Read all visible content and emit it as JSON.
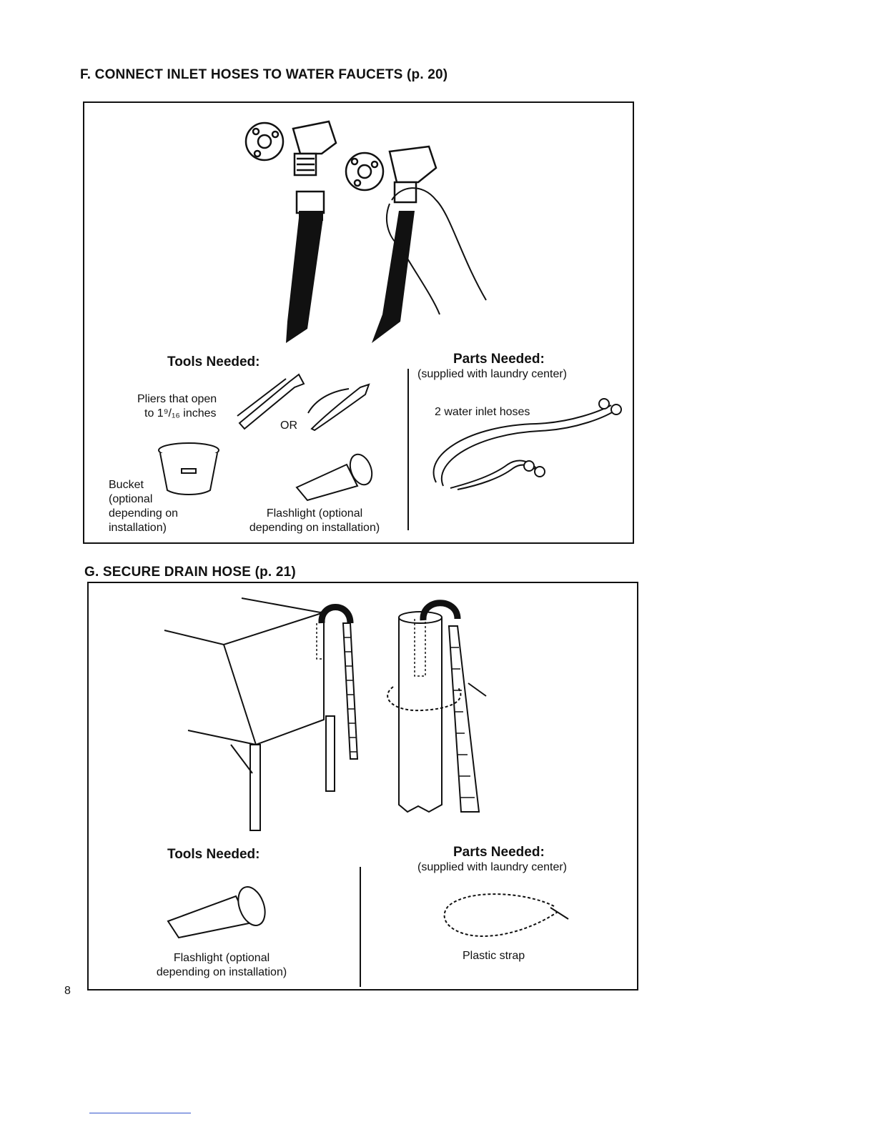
{
  "section_f": {
    "heading": "F. CONNECT INLET HOSES TO WATER FAUCETS (p. 20)",
    "tools_title": "Tools Needed:",
    "pliers_line1": "Pliers that open",
    "pliers_line2": "to 1⁹/₁₆ inches",
    "or_label": "OR",
    "bucket_lines": [
      "Bucket",
      "(optional",
      "depending on",
      "installation)"
    ],
    "flashlight_lines": [
      "Flashlight (optional",
      "depending on installation)"
    ],
    "parts_title": "Parts Needed:",
    "parts_subtitle": "(supplied with laundry center)",
    "hoses_label": "2 water inlet hoses"
  },
  "section_g": {
    "heading": "G. SECURE DRAIN HOSE (p. 21)",
    "tools_title": "Tools Needed:",
    "flashlight_lines": [
      "Flashlight (optional",
      "depending on installation)"
    ],
    "parts_title": "Parts Needed:",
    "parts_subtitle": "(supplied with laundry center)",
    "strap_label": "Plastic strap"
  },
  "page_number": "8"
}
